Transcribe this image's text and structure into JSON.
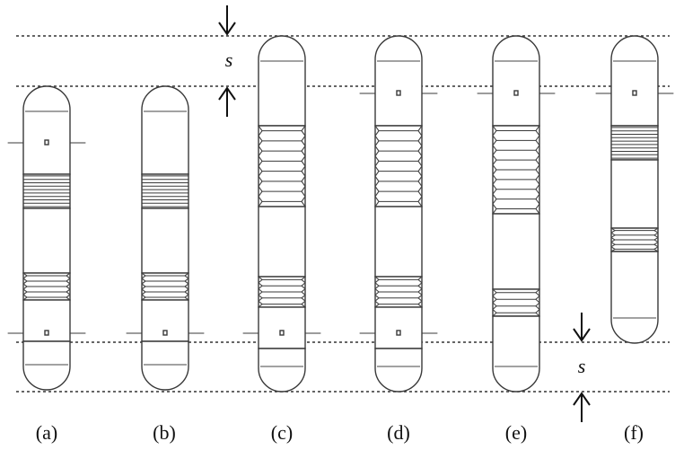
{
  "labels": {
    "a": "(a)",
    "b": "(b)",
    "c": "(c)",
    "d": "(d)",
    "e": "(e)",
    "f": "(f)"
  },
  "dimension": {
    "symbol": "s"
  }
}
